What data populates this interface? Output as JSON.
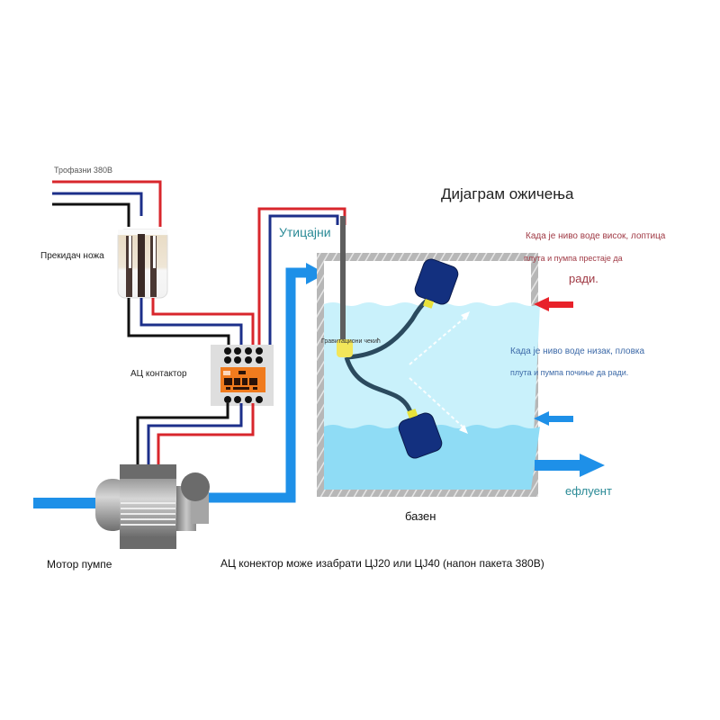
{
  "diagram": {
    "title": "Дијаграм ожичења",
    "labels": {
      "three_phase": "Трофазни 380В",
      "knife_switch": "Прекидач ножа",
      "ac_contactor": "АЦ контактор",
      "inlet": "Утицајни",
      "gravity_weight": "Гравитациони чекић",
      "high_level_line1": "Када је ниво воде висок, лоптица",
      "high_level_line2": "плута и пумпа престаје да",
      "high_level_line3": "ради.",
      "low_level_line1": "Када је ниво воде низак, пловка",
      "low_level_line2": "плута и пумпа почиње да ради.",
      "effluent": "ефлуент",
      "tank": "базен",
      "pump_motor": "Мотор пумпе",
      "note": "АЦ конектор може изабрати ЦЈ20 или ЦЈ40 (напон пакета 380В)"
    },
    "colors": {
      "wire_red": "#d8262c",
      "wire_blue": "#1c2f8a",
      "wire_black": "#111111",
      "water_pipe": "#1e90e8",
      "water_light": "#c9f1fb",
      "water_deep": "#8fdcf5",
      "tank_wall": "#a9a9a9",
      "float_ball": "#13307f",
      "contactor": "#f07b1e",
      "gravity_weight": "#f3e65a",
      "arrow_high": "#e8222a",
      "arrow_low": "#1e90e8"
    }
  }
}
